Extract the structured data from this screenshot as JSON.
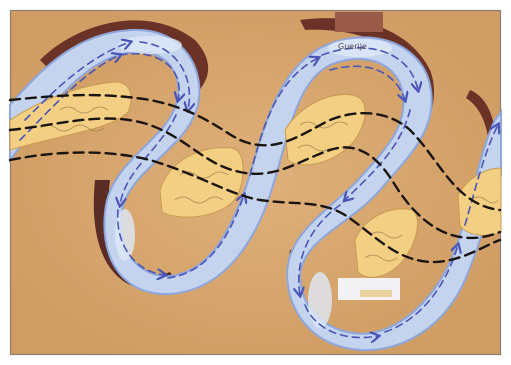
{
  "diagram": {
    "kind": "meandering-river-flow-illustration",
    "top_label": "Guerije",
    "colors": {
      "land": "#d6a46b",
      "water": "#c4d4ef",
      "water_edge": "#8ea6db",
      "cut_bank": "#5a2c26",
      "point_bar": "#f2cf82",
      "flow_arrows": "#4a55b8",
      "thalweg": "#1a1410",
      "frame": "#8a7f74"
    },
    "icons": {
      "flow_arrow": "blue-dashed-arrow",
      "thalweg_line": "black-dashed-line"
    }
  }
}
